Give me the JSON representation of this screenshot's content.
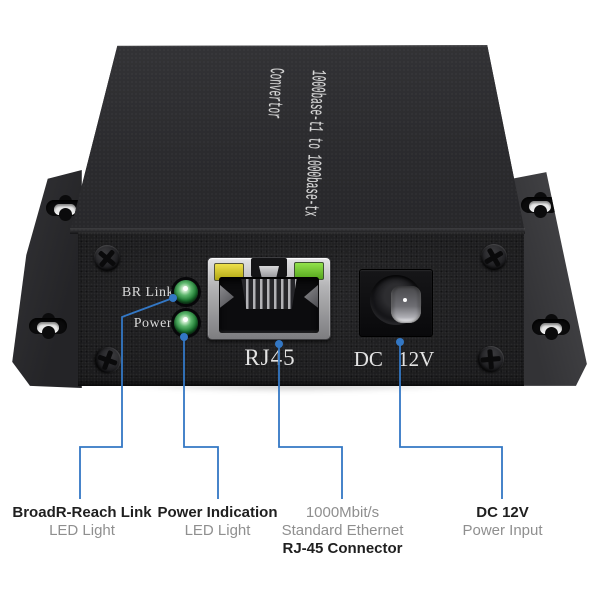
{
  "device": {
    "top_text_line1": "1000base-t1 to 1000base-tx",
    "top_text_line2": "Convertor",
    "panel": {
      "br_link_label": "BR Link",
      "power_label": "Power",
      "rj45_label": "RJ45",
      "dc_label": "DC 12V"
    }
  },
  "callouts": [
    {
      "title": "BroadR-Reach Link",
      "subtitle": "LED Light"
    },
    {
      "title": "Power Indication",
      "subtitle": "LED Light"
    },
    {
      "line1": "1000Mbit/s",
      "line2": "Standard Ethernet",
      "title": "RJ-45 Connector"
    },
    {
      "title": "DC 12V",
      "subtitle": "Power Input"
    }
  ],
  "colors": {
    "callout_blue": "#3377C4",
    "led_green": "#1E7A33",
    "rj45_led_yellow": "#D6CB35",
    "rj45_led_green": "#74C937"
  }
}
